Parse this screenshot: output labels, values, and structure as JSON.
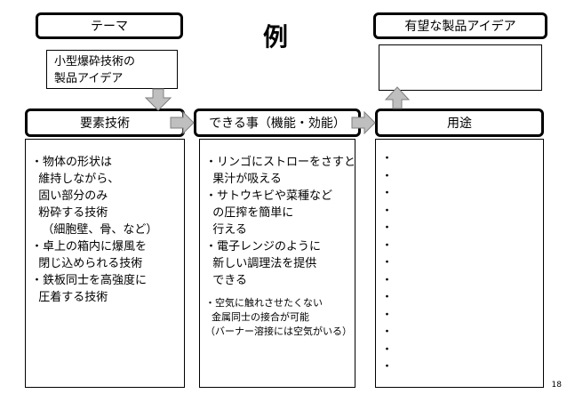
{
  "title": "例",
  "theme": {
    "header": "テーマ",
    "lines": [
      "小型爆砕技術の",
      "製品アイデア"
    ]
  },
  "product_idea": {
    "header": "有望な製品アイデア"
  },
  "columns": {
    "elements": {
      "header": "要素技術",
      "lines": [
        "・物体の形状は",
        "  維持しながら、",
        "  固い部分のみ",
        "  粉砕する技術",
        "   （細胞壁、骨、など）",
        "",
        "・卓上の箱内に爆風を",
        "  閉じ込められる技術",
        "",
        "・鉄板同士を高強度に",
        "  圧着する技術"
      ]
    },
    "capabilities": {
      "header": "できる事（機能・効能）",
      "lines": [
        "・リンゴにストローをさすと",
        "  果汁が吸える",
        "",
        "・サトウキビや菜種など",
        "  の圧搾を簡単に",
        "  行える",
        "",
        "・電子レンジのように",
        "  新しい調理法を提供",
        "  できる"
      ],
      "small_lines": [
        "・空気に触れさせたくない",
        "  金属同士の接合が可能",
        "（バーナー溶接には空気がいる）"
      ]
    },
    "uses": {
      "header": "用途",
      "bullet": "・",
      "bullet_count": 13
    }
  },
  "page_number": "18",
  "colors": {
    "arrow_fill": "#bfbfbf",
    "arrow_stroke": "#7f7f7f"
  }
}
